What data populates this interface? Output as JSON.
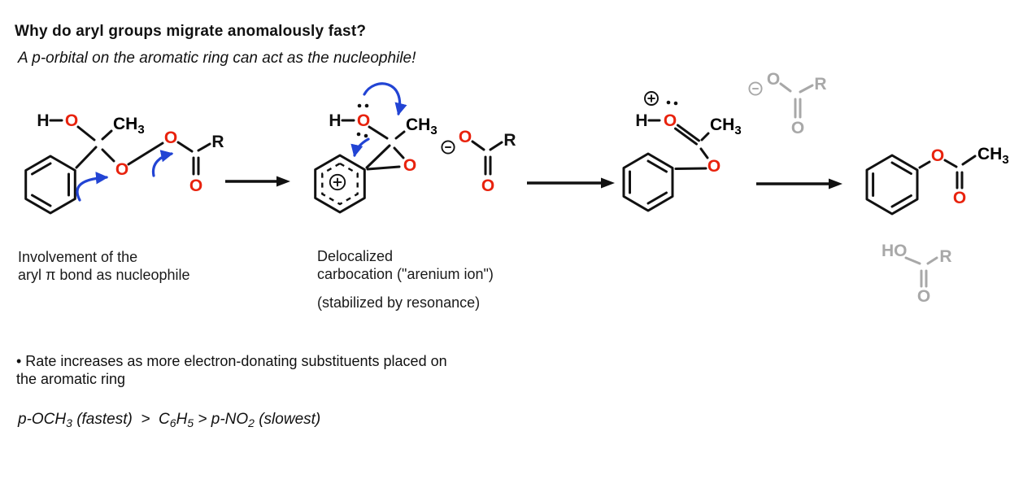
{
  "title": "Why do aryl groups migrate anomalously fast?",
  "subtitle": "A p-orbital on the aromatic ring can act as the nucleophile!",
  "colors": {
    "heteroatom_red": "#e8220d",
    "curved_arrow_blue": "#2244d4",
    "bond_black": "#111111",
    "spectator_gray": "#a8a8a8",
    "background": "#ffffff"
  },
  "atoms": {
    "h": "H",
    "o": "O",
    "r": "R",
    "ho": "HO",
    "ch": "CH",
    "sub3": "3"
  },
  "captions": {
    "step1": [
      "Involvement of the",
      "aryl π bond as nucleophile"
    ],
    "step2": [
      "Delocalized",
      "carbocation (\"arenium ion\")"
    ],
    "step2_note": "(stabilized by resonance)"
  },
  "notes": {
    "bullet": [
      "• Rate increases as more electron-donating substituents placed on",
      "the aromatic ring"
    ],
    "rate_order": {
      "p1": "p-OCH",
      "s1": "3",
      "p2": " (fastest)  >  C",
      "s2": "6",
      "p3": "H",
      "s3": "5",
      "p4": " > p-NO",
      "s4": "2",
      "p5": " (slowest)"
    }
  }
}
